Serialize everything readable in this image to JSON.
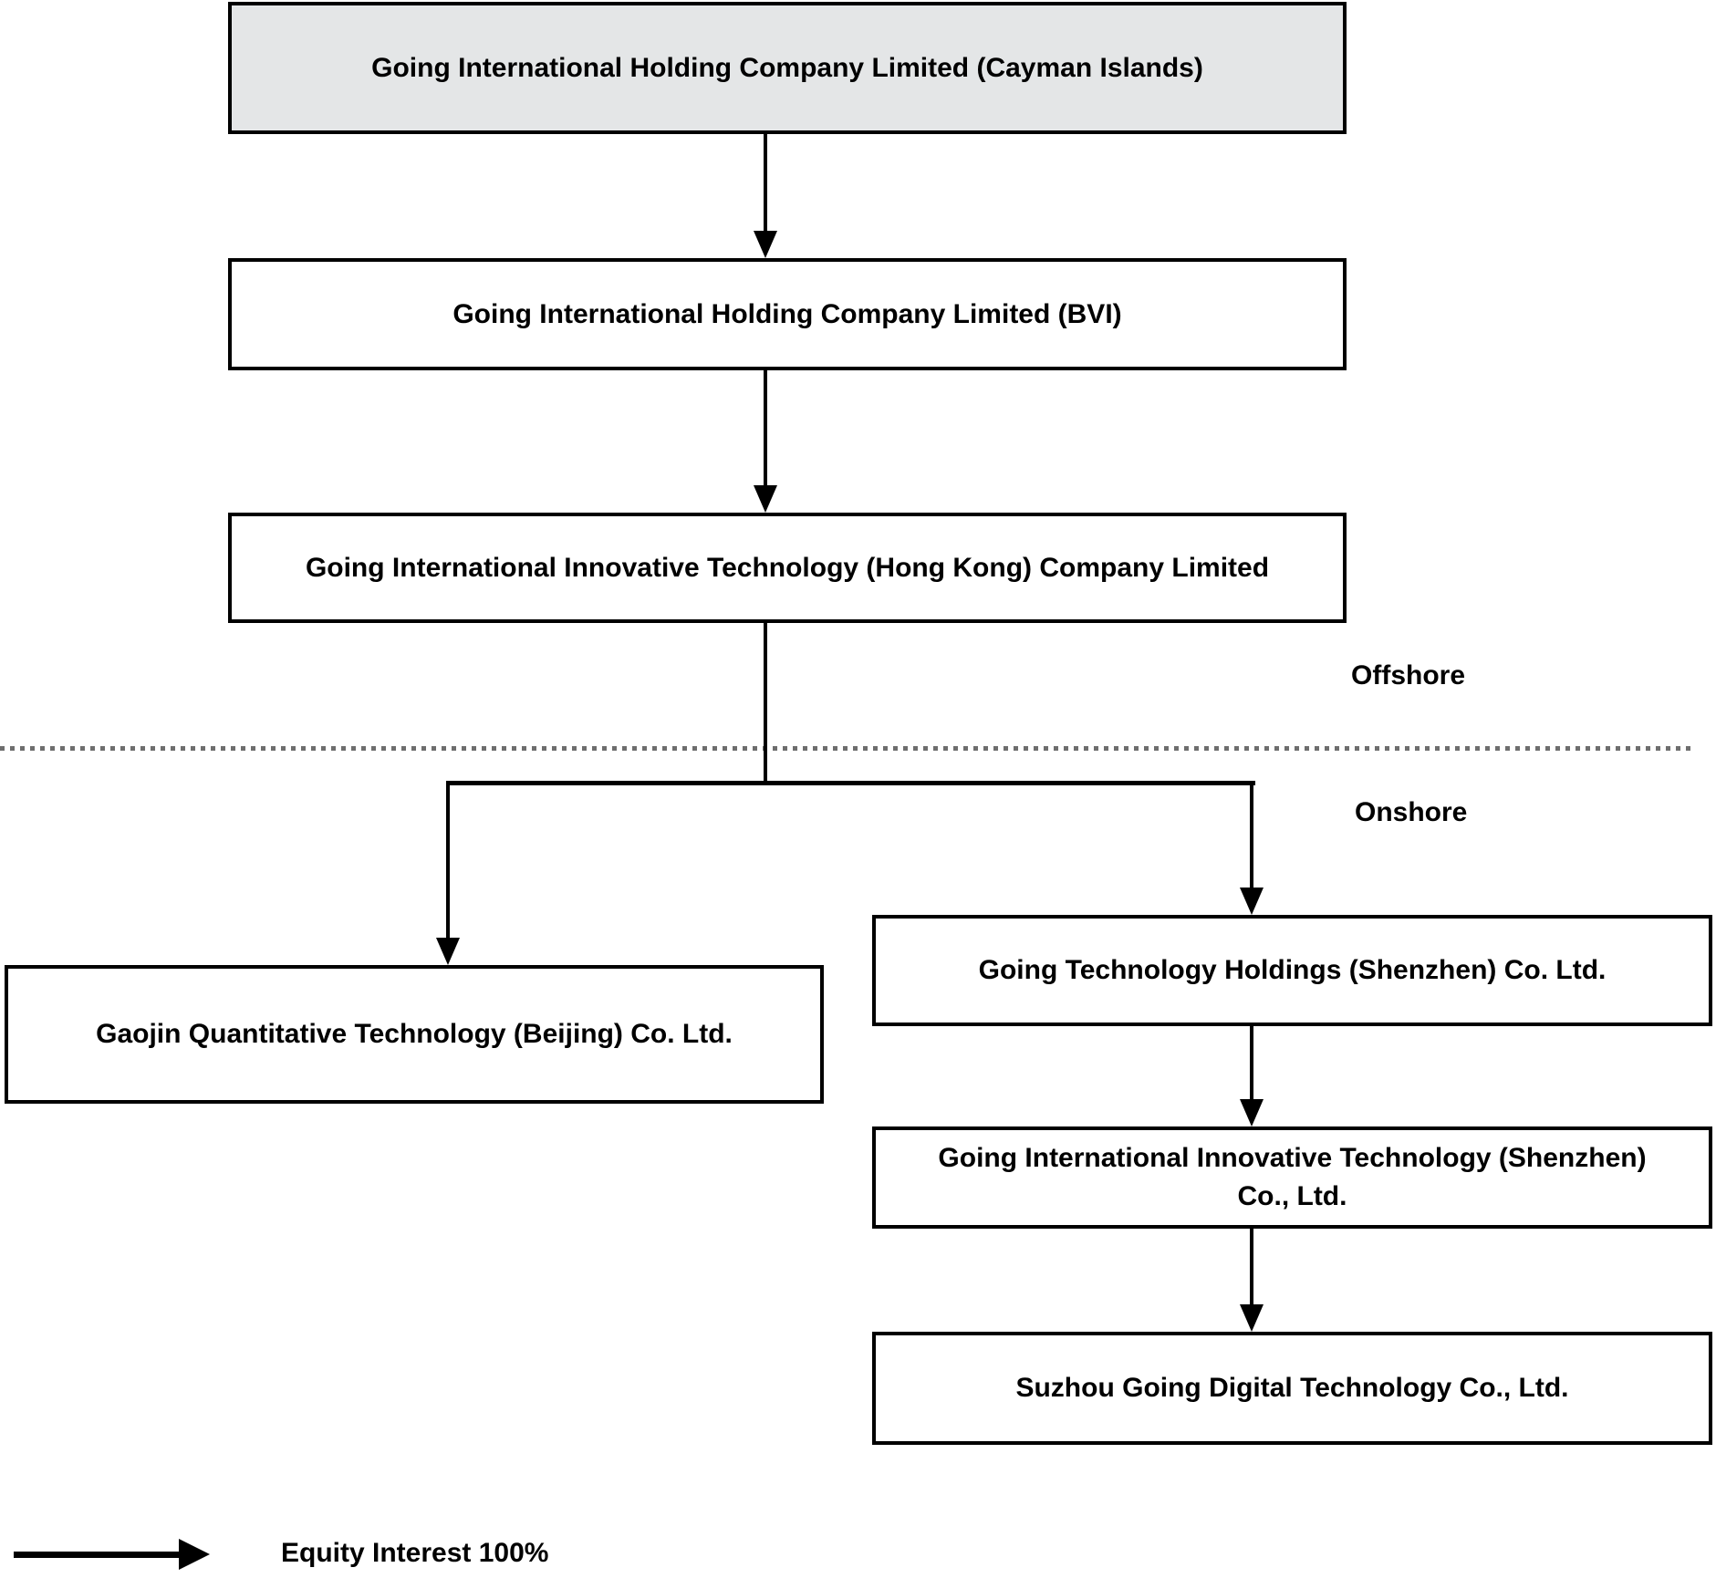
{
  "diagram": {
    "title": "Corporate structure chart",
    "colors": {
      "root_box_fill": "#e4e6e7",
      "box_fill": "#ffffff",
      "line": "#000000",
      "divider": "#6e6e6e"
    },
    "nodes": [
      {
        "id": "cayman",
        "label": "Going International Holding Company Limited (Cayman Islands)",
        "region": "Offshore"
      },
      {
        "id": "bvi",
        "label": "Going International Holding Company Limited (BVI)",
        "region": "Offshore"
      },
      {
        "id": "hongkong",
        "label": "Going International Innovative Technology (Hong Kong) Company Limited",
        "region": "Offshore"
      },
      {
        "id": "beijing",
        "label": "Gaojin Quantitative Technology (Beijing) Co. Ltd.",
        "region": "Onshore"
      },
      {
        "id": "shenzhen-holdings",
        "label": "Going Technology Holdings (Shenzhen) Co. Ltd.",
        "region": "Onshore"
      },
      {
        "id": "shenzhen-innovative",
        "label": "Going International Innovative Technology (Shenzhen) Co., Ltd.",
        "region": "Onshore"
      },
      {
        "id": "suzhou",
        "label": "Suzhou Going Digital Technology Co., Ltd.",
        "region": "Onshore"
      }
    ],
    "edges": [
      {
        "from": "cayman",
        "to": "bvi"
      },
      {
        "from": "bvi",
        "to": "hongkong"
      },
      {
        "from": "hongkong",
        "to": "beijing"
      },
      {
        "from": "hongkong",
        "to": "shenzhen-holdings"
      },
      {
        "from": "shenzhen-holdings",
        "to": "shenzhen-innovative"
      },
      {
        "from": "shenzhen-innovative",
        "to": "suzhou"
      }
    ],
    "region_labels": {
      "offshore": "Offshore",
      "onshore": "Onshore"
    },
    "legend": {
      "label": "Equity Interest 100%"
    }
  }
}
